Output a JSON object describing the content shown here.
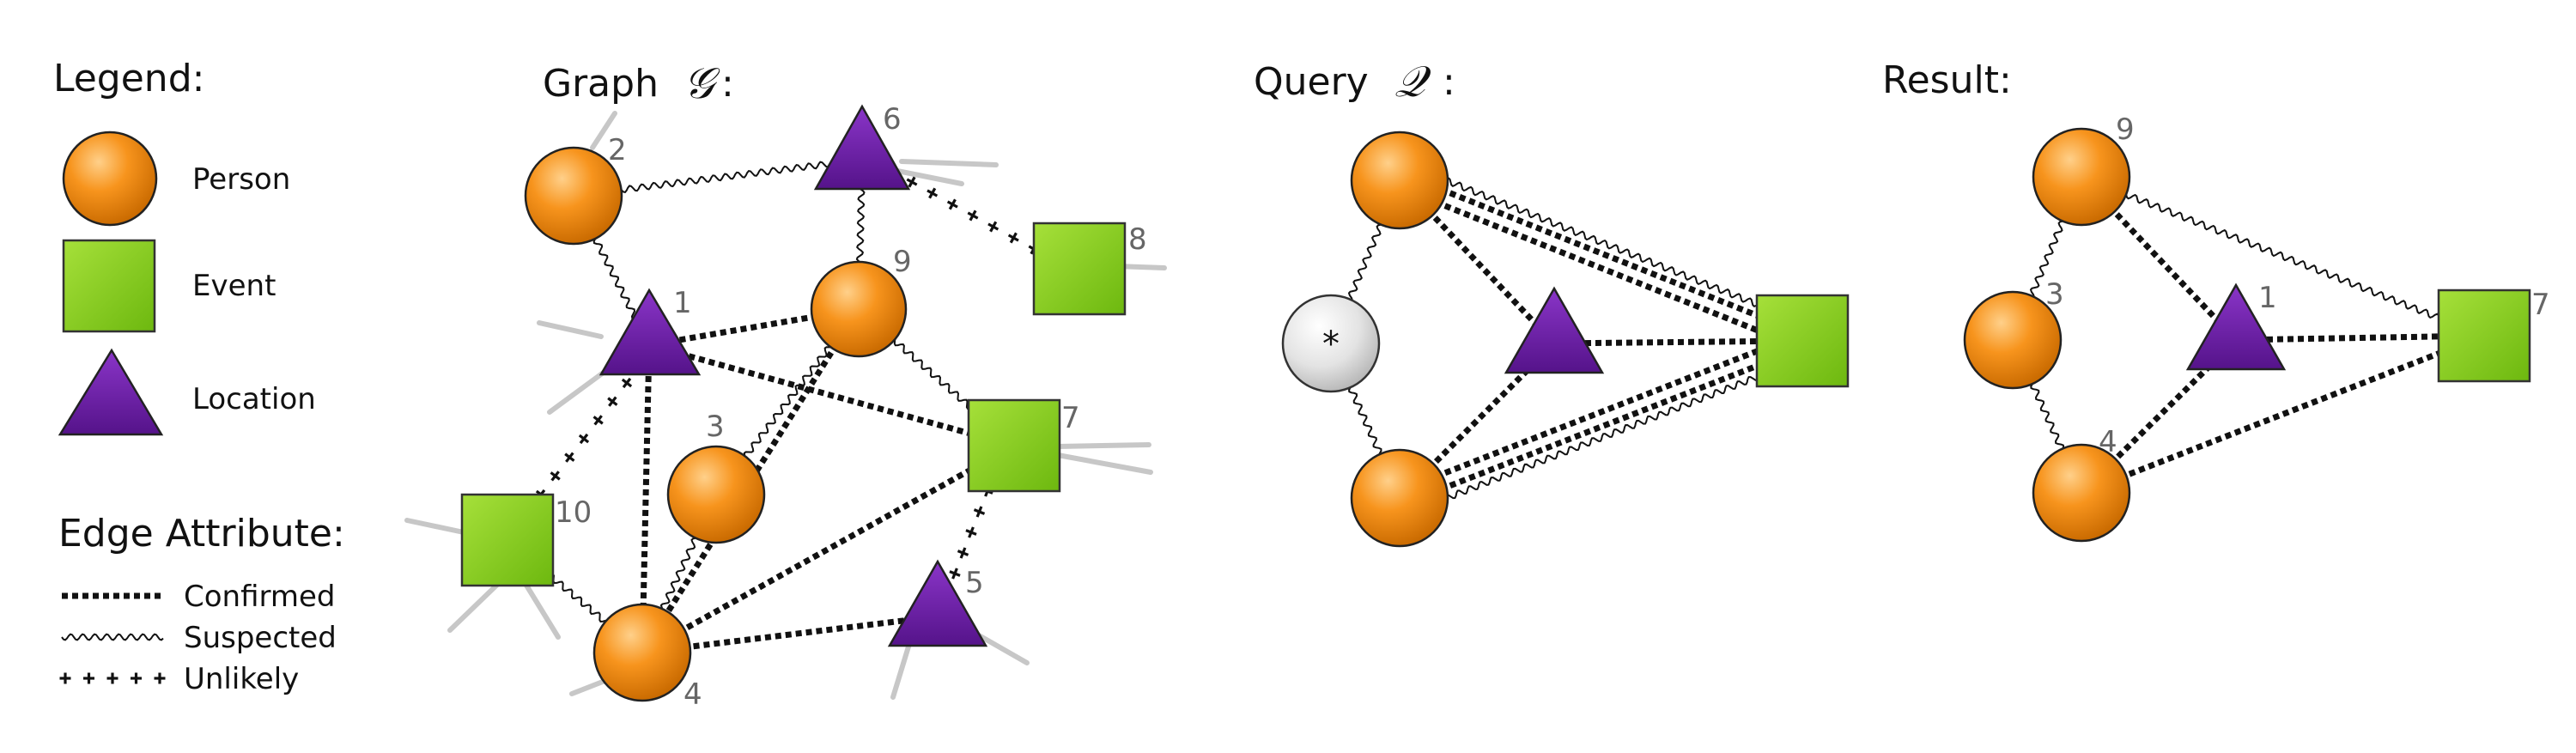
{
  "legend": {
    "title": "Legend:",
    "node_types": [
      {
        "shape": "circle",
        "label": "Person"
      },
      {
        "shape": "square",
        "label": "Event"
      },
      {
        "shape": "triangle",
        "label": "Location"
      }
    ],
    "edge_title": "Edge Attribute:",
    "edge_types": [
      {
        "style": "confirmed",
        "label": "Confirmed"
      },
      {
        "style": "suspected",
        "label": "Suspected"
      },
      {
        "style": "unlikely",
        "label": "Unlikely"
      }
    ]
  },
  "panels": {
    "graph": {
      "title": "Graph",
      "symbol": "𝒢",
      "suffix": ":"
    },
    "query": {
      "title": "Query",
      "symbol": "𝒬",
      "suffix": ":"
    },
    "result": {
      "title": "Result:"
    }
  },
  "wildcard_symbol": "*",
  "colors": {
    "person": "#f7941d",
    "event": "#8fd11f",
    "location": "#6a1fa0",
    "wildcard": "#e6e6e6",
    "edge": "#111111",
    "node_number": "#666666"
  }
}
